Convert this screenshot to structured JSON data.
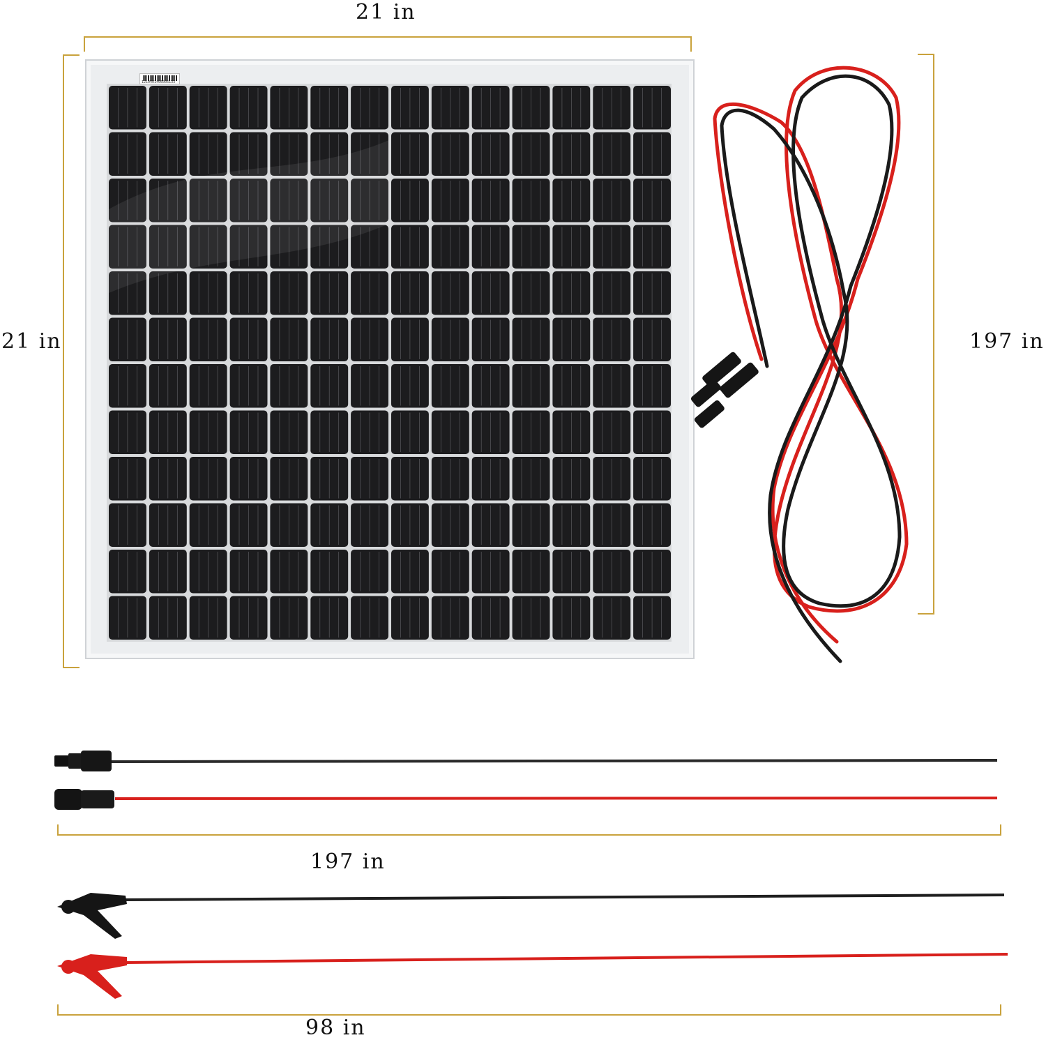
{
  "dimensions": {
    "panel_width": "21 in",
    "panel_height": "21 in",
    "cable_coil_length": "197 in",
    "extension_cable_length": "197 in",
    "clip_cable_length": "98 in"
  },
  "panel": {
    "label_serial": "1210401406005133",
    "cell_columns": 14,
    "cell_rows": 12
  },
  "colors": {
    "bracket": "#c9a23c",
    "cell": "#1c1c1e",
    "wire_red": "#d8201c",
    "wire_black": "#1a1a1a",
    "frame": "#eceef0"
  },
  "icons": {
    "mc4_connector": "mc4-connector-icon",
    "alligator_clip": "alligator-clip-icon"
  }
}
